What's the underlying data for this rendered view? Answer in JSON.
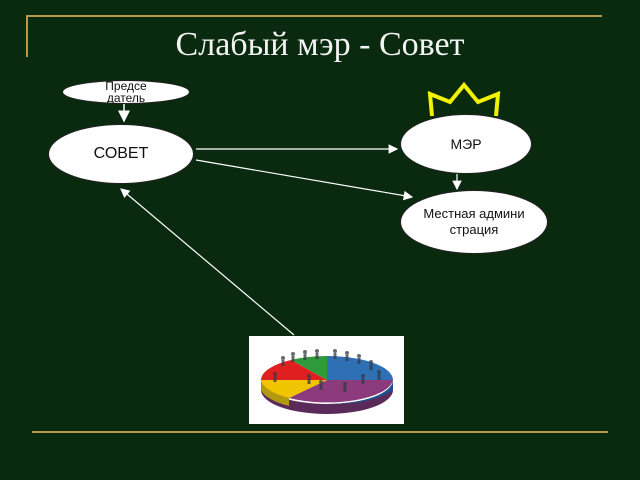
{
  "title": "Слабый мэр - Совет",
  "nodes": {
    "chair": "Председатель",
    "council": "СОВЕТ",
    "mayor": "МЭР",
    "admin": "Местная администрация"
  },
  "icons": {
    "crown": "crown-icon",
    "population": "population-pie-chart-image"
  },
  "colors": {
    "background": "#0a2a10",
    "frame": "#b59a45",
    "crown": "#f2f200",
    "arrow": "#ffffff"
  }
}
